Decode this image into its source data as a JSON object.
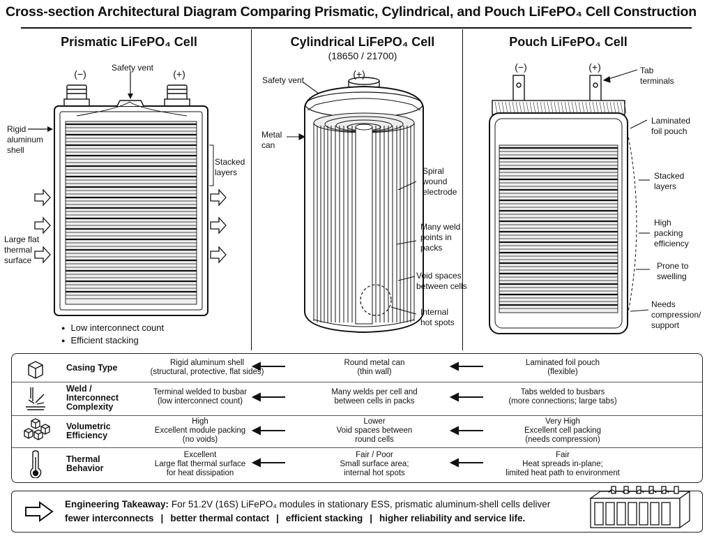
{
  "title": "Cross-section Architectural Diagram Comparing Prismatic, Cylindrical, and Pouch LiFePO₄ Cell Construction",
  "panels": {
    "prismatic": {
      "title": "Prismatic LiFePO₄ Cell",
      "labels": {
        "neg": "(−)",
        "pos": "(+)",
        "vent": "Safety vent",
        "shell": "Rigid\naluminum\nshell",
        "stacked": "Stacked\nlayers",
        "thermal": "Large flat\nthermal\nsurface"
      },
      "bullets": [
        "Low interconnect count",
        "Efficient stacking"
      ]
    },
    "cylindrical": {
      "title": "Cylindrical LiFePO₄ Cell",
      "subtitle": "(18650 / 21700)",
      "labels": {
        "pos": "(+)",
        "vent": "Safety vent",
        "can": "Metal\ncan",
        "spiral": "Spiral\nwound\nelectrode",
        "weld": "Many weld\npoints in\npacks",
        "void": "Void spaces\nbetween cells",
        "hot": "Internal\nhot spots"
      }
    },
    "pouch": {
      "title": "Pouch LiFePO₄ Cell",
      "labels": {
        "neg": "(−)",
        "pos": "(+)",
        "tab": "Tab\nterminals",
        "foil": "Laminated\nfoil pouch",
        "stacked": "Stacked\nlayers",
        "packing": "High\npacking\nefficiency",
        "swelling": "Prone to\nswelling",
        "compress": "Needs\ncompression/\nsupport"
      }
    }
  },
  "table": {
    "rows": [
      {
        "icon": "cube-icon",
        "header": "Casing Type",
        "prismatic": "Rigid aluminum shell\n(structural, protective, flat sides)",
        "cylindrical": "Round metal can\n(thin wall)",
        "pouch": "Laminated foil pouch\n(flexible)"
      },
      {
        "icon": "weld-spark-icon",
        "header": "Weld /\nInterconnect\nComplexity",
        "prismatic": "Terminal welded to busbar\n(low interconnect count)",
        "cylindrical": "Many welds per cell and\nbetween cells in packs",
        "pouch": "Tabs welded to busbars\n(more connections; large tabs)"
      },
      {
        "icon": "stacked-cubes-icon",
        "header": "Volumetric\nEfficiency",
        "prismatic": "High\nExcellent module packing\n(no voids)",
        "cylindrical": "Lower\nVoid spaces between\nround cells",
        "pouch": "Very High\nExcellent cell packing\n(needs compression)"
      },
      {
        "icon": "thermometer-icon",
        "header": "Thermal\nBehavior",
        "prismatic": "Excellent\nLarge flat thermal surface\nfor heat dissipation",
        "cylindrical": "Fair / Poor\nSmall surface area;\ninternal hot spots",
        "pouch": "Fair\nHeat spreads in-plane;\nlimited heat path to environment"
      }
    ]
  },
  "takeaway": {
    "label": "Engineering Takeaway:",
    "text": "For 51.2V (16S) LiFePO₄ modules in stationary ESS, prismatic aluminum-shell cells deliver",
    "points": [
      "fewer interconnects",
      "better thermal contact",
      "efficient stacking",
      "higher reliability and service life."
    ]
  }
}
